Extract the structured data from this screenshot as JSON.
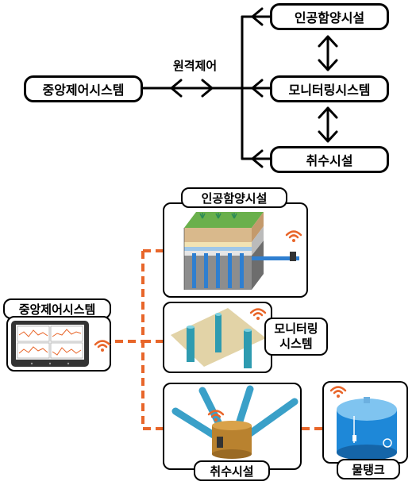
{
  "top": {
    "central": "중앙제어시스템",
    "remote": "원격제어",
    "recharge": "인공함양시설",
    "monitoring": "모니터링시스템",
    "intake": "취수시설"
  },
  "bottom": {
    "recharge": "인공함양시설",
    "central": "중앙제어시스템",
    "monitoring_line1": "모니터링",
    "monitoring_line2": "시스템",
    "intake": "취수시설",
    "tank": "물탱크"
  },
  "colors": {
    "link": "#e8662a",
    "wifi": "#e8662a",
    "pipe": "#3aa0c8",
    "tank": "#1e88d8",
    "tablet_frame": "#333333"
  }
}
